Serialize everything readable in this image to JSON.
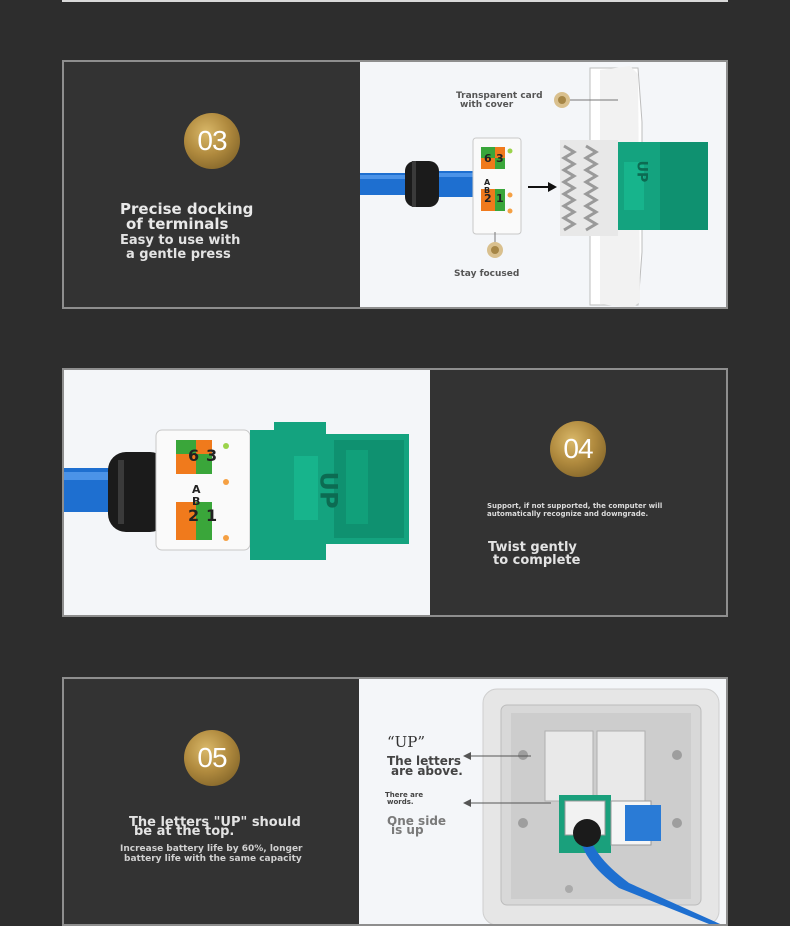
{
  "section_03": {
    "badge": "03",
    "title_line1": "Precise docking",
    "title_line2": "of terminals",
    "subtitle_line1": "Easy to use with",
    "subtitle_line2": "a gentle press",
    "callout_top_line1": "Transparent card",
    "callout_top_line2": "with cover",
    "callout_bottom": "Stay focused",
    "module_label": "UP",
    "pin_labels": [
      "6",
      "3",
      "A",
      "B",
      "2",
      "1"
    ]
  },
  "section_04": {
    "badge": "04",
    "note_line1": "Support, if not supported, the computer will",
    "note_line2": "automatically recognize and downgrade.",
    "title_line1": "Twist gently",
    "title_line2": "to complete",
    "module_label": "UP",
    "pin_labels": [
      "6",
      "3",
      "A",
      "B",
      "2",
      "1"
    ]
  },
  "section_05": {
    "badge": "05",
    "title_line1": "The letters \"UP\" should",
    "title_line2": "be at the top.",
    "note_line1": "Increase battery life by 60%, longer",
    "note_line2": "battery life with the same capacity",
    "callout_up": "“UP”",
    "callout_letters_line1": "The letters",
    "callout_letters_line2": "are above.",
    "callout_words_line1": "There are",
    "callout_words_line2": "words.",
    "callout_side_line1": "One side",
    "callout_side_line2": "is up"
  },
  "colors": {
    "background": "#2d2d2d",
    "panel_dark": "#333333",
    "panel_light": "#f4f6f9",
    "border": "#8e8e8e",
    "gold": "#b08a3e",
    "module_green": "#14a37f",
    "cable_blue": "#1e6fd0",
    "pin_orange": "#f07a1c",
    "pin_green": "#3aa63a"
  }
}
